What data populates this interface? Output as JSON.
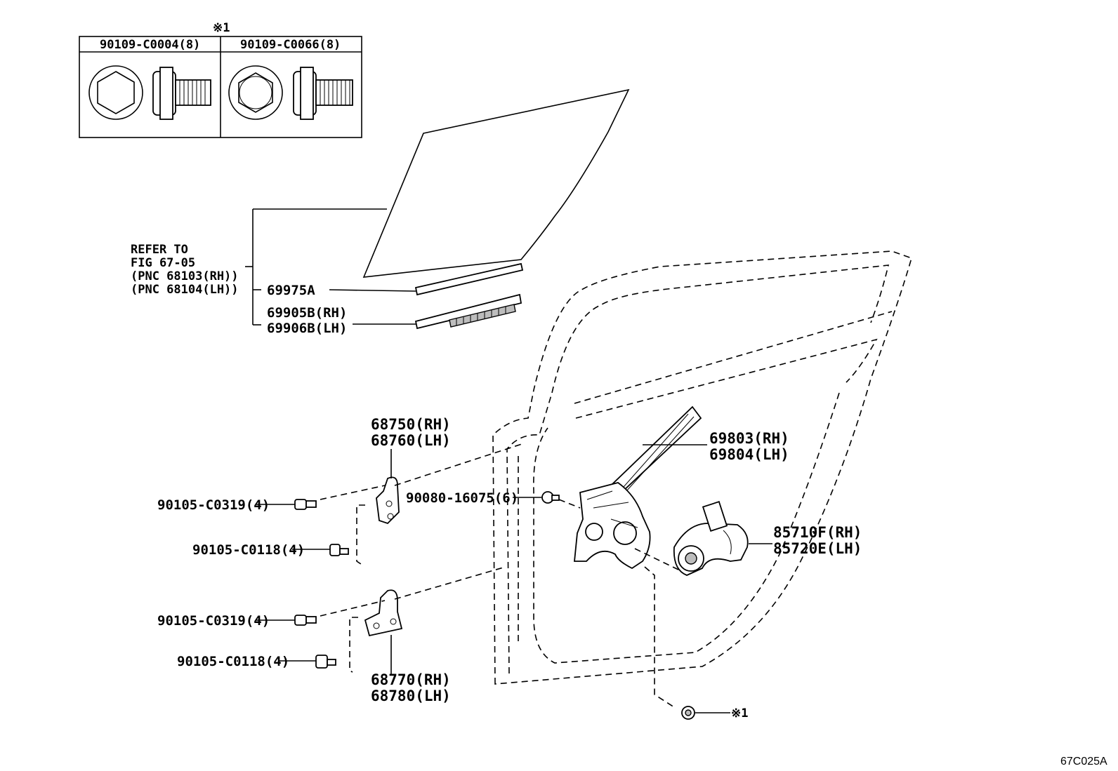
{
  "inset": {
    "mark": "※1",
    "bolt_a": "90109-C0004(8)",
    "bolt_b": "90109-C0066(8)"
  },
  "refer": {
    "line1": "REFER TO",
    "line2": "FIG 67-05",
    "line3": "(PNC 68103(RH))",
    "line4": "(PNC 68104(LH))"
  },
  "parts": {
    "p69975A": "69975A",
    "p69905B": "69905B(RH)",
    "p69906B": "69906B(LH)",
    "p68750": "68750(RH)",
    "p68760": "68760(LH)",
    "p69803": "69803(RH)",
    "p69804": "69804(LH)",
    "p90080": "90080-16075(6)",
    "p90105a": "90105-C0319(4)",
    "p90105b": "90105-C0118(4)",
    "p90105c": "90105-C0319(4)",
    "p90105d": "90105-C0118(4)",
    "p85710": "85710F(RH)",
    "p85720": "85720E(LH)",
    "p68770": "68770(RH)",
    "p68780": "68780(LH)",
    "mark1": "※1"
  },
  "figure_code": "67C025A"
}
